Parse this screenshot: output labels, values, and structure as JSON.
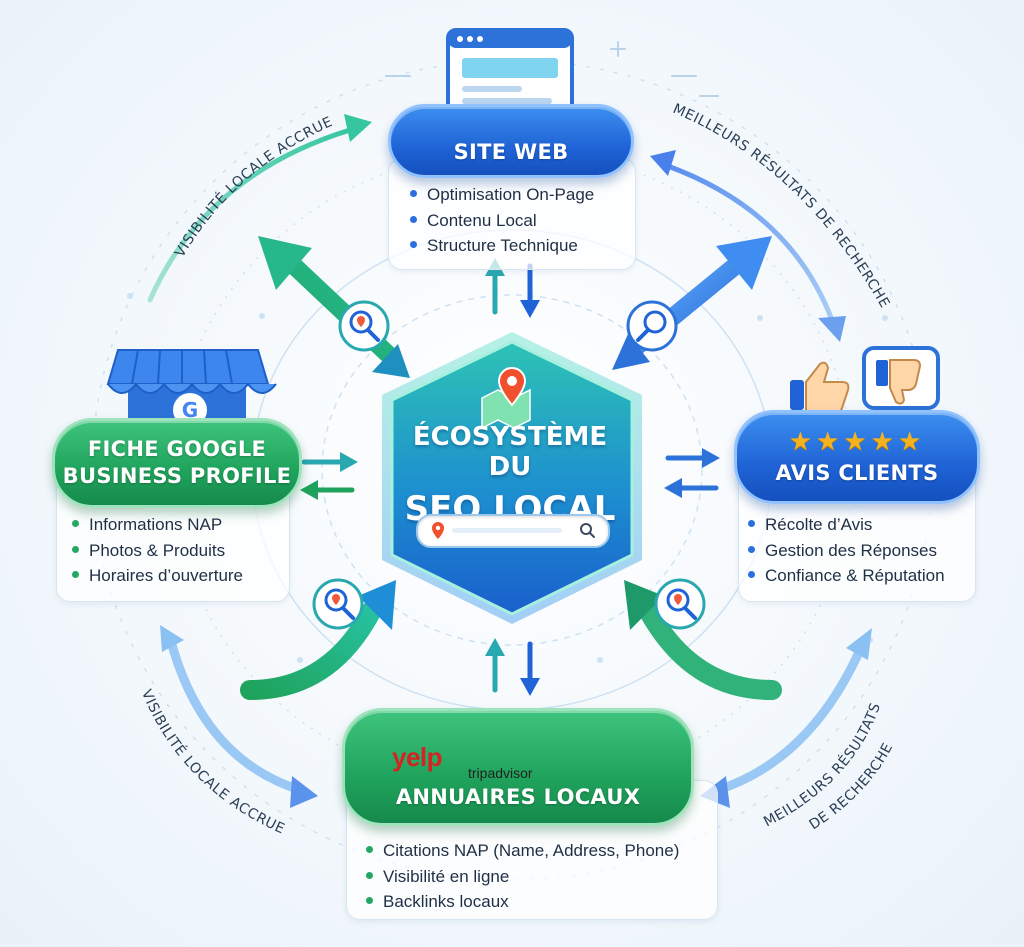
{
  "center": {
    "title_line1": "Écosystème du",
    "title_line2": "SEO Local"
  },
  "nodes": {
    "site_web": {
      "title": "Site Web",
      "items": [
        "Optimisation On-Page",
        "Contenu Local",
        "Structure Technique"
      ]
    },
    "google": {
      "title_line1": "Fiche Google",
      "title_line2": "Business Profile",
      "items": [
        "Informations NAP",
        "Photos & Produits",
        "Horaires d’ouverture"
      ]
    },
    "avis": {
      "title": "Avis Clients",
      "items": [
        "Récolte d’Avis",
        "Gestion des Réponses",
        "Confiance & Réputation"
      ]
    },
    "annuaires": {
      "title": "Annuaires Locaux",
      "items": [
        "Citations NAP (Name, Address, Phone)",
        "Visibilité en ligne",
        "Backlinks locaux"
      ],
      "logos": {
        "yelp": "yelp",
        "tripadvisor": "tripadvisor"
      }
    }
  },
  "curved_labels": {
    "top_left": "Visibilité locale accrue",
    "top_right": "Meilleurs résultats de recherche",
    "bottom_left": "Visibilité locale accrue",
    "bottom_right_line1": "Meilleurs résultats",
    "bottom_right_line2": "de recherche"
  },
  "colors": {
    "blue": "#1f63d6",
    "green": "#1fa35c",
    "teal": "#1ba7a0",
    "bullet_blue": "#2a6fdd",
    "bullet_green": "#22a862",
    "star": "#f5b21e"
  },
  "icons": [
    "browser-icon",
    "storefront-icon",
    "google-g-icon",
    "thumbs-up-icon",
    "thumbs-down-icon",
    "star-icon",
    "map-pin-icon",
    "search-magnifier-icon",
    "notebook-icon",
    "yelp-logo",
    "tripadvisor-logo"
  ]
}
